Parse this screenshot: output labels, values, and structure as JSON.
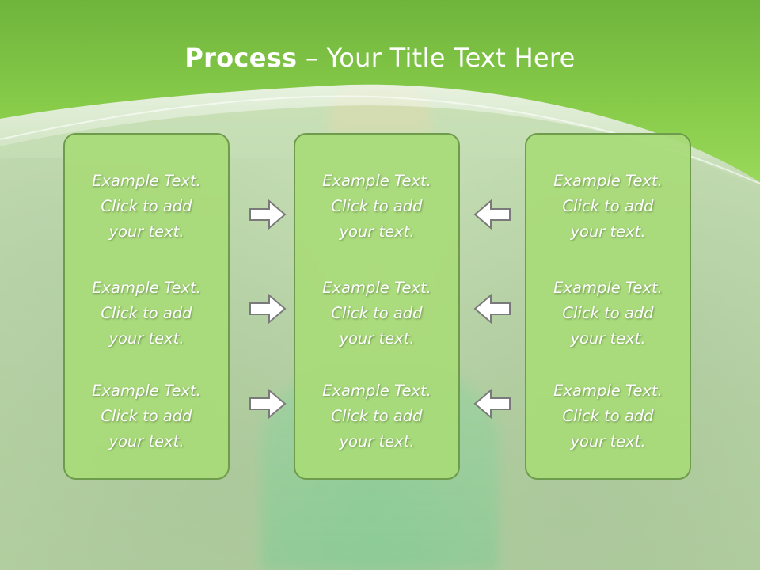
{
  "slide": {
    "title_bold": "Process",
    "title_rest": " – Your Title Text Here"
  },
  "columns": [
    {
      "items": [
        [
          "Example Text.",
          "Click  to add",
          "your text."
        ],
        [
          "Example Text.",
          "Click  to add",
          "your text."
        ],
        [
          "Example Text.",
          "Click  to add",
          "your text."
        ]
      ]
    },
    {
      "items": [
        [
          "Example Text.",
          "Click  to add",
          "your text."
        ],
        [
          "Example Text.",
          "Click  to add",
          "your text."
        ],
        [
          "Example Text.",
          "Click  to add",
          "your text."
        ]
      ]
    },
    {
      "items": [
        [
          "Example Text.",
          "Click  to add",
          "your text."
        ],
        [
          "Example Text.",
          "Click  to add",
          "your text."
        ],
        [
          "Example Text.",
          "Click  to add",
          "your text."
        ]
      ]
    }
  ],
  "arrows": {
    "left_group": "arrow-right-icon",
    "right_group": "arrow-left-icon"
  },
  "colors": {
    "header_green": "#8fcf4f",
    "box_fill": "#a8da78",
    "box_border": "#6f9b4d",
    "text": "#ffffff"
  }
}
